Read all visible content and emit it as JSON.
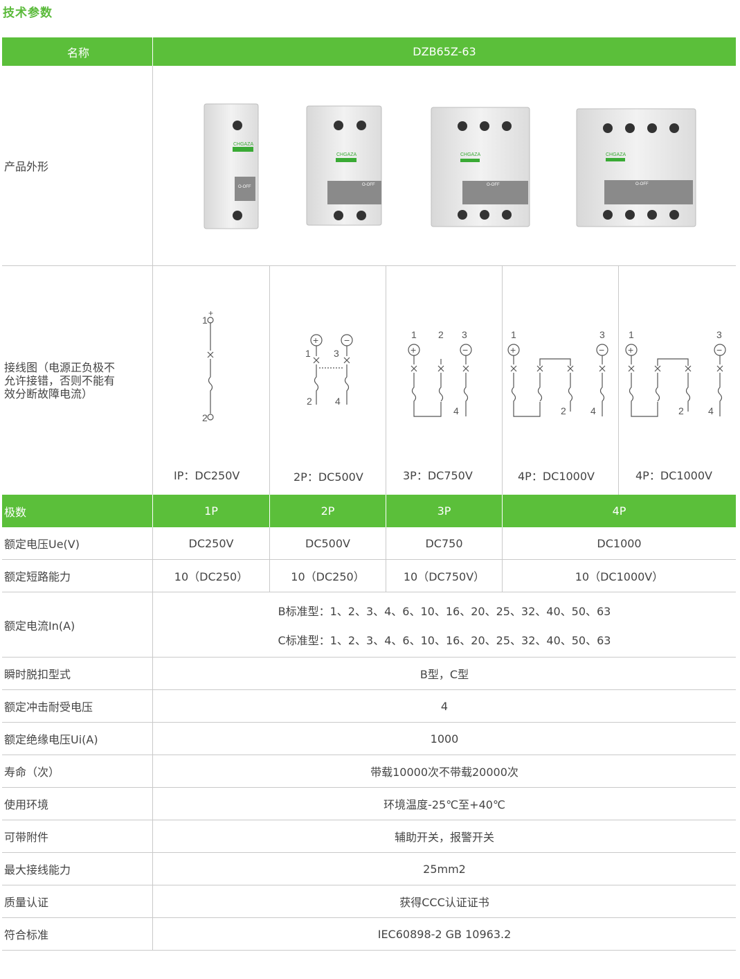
{
  "section_title": "技术参数",
  "header": {
    "name_label": "名称",
    "model": "DZB65Z-63"
  },
  "appearance": {
    "label": "产品外形",
    "brand": "CHGAZA",
    "switch_text": "O-OFF"
  },
  "wiring": {
    "label_lines": [
      "接线图（电源正负极不",
      "允许接错，否则不能有",
      "效分断故障电流）"
    ],
    "captions": [
      "IP：DC250V",
      "2P：DC500V",
      "3P：DC750V",
      "4P：DC1000V",
      "4P：DC1000V"
    ],
    "plus": "+",
    "minus": "−"
  },
  "poles": {
    "label": "极数",
    "values": [
      "1P",
      "2P",
      "3P",
      "4P"
    ]
  },
  "voltage": {
    "label": "额定电压Ue(V)",
    "values": [
      "DC250V",
      "DC500V",
      "DC750",
      "DC1000"
    ]
  },
  "breaking": {
    "label": "额定短路能力",
    "values": [
      "10（DC250）",
      "10（DC250）",
      "10（DC750V）",
      "10（DC1000V）"
    ]
  },
  "current": {
    "label": "额定电流In(A)",
    "b_line": "B标准型：1、2、3、4、6、10、16、20、25、32、40、50、63",
    "c_line": "C标准型：1、2、3、4、6、10、16、20、25、32、40、50、63"
  },
  "rows": [
    {
      "label": "瞬时脱扣型式",
      "value": "B型，C型"
    },
    {
      "label": "额定冲击耐受电压",
      "value": "4"
    },
    {
      "label": "额定绝缘电压Ui(A)",
      "value": "1000"
    },
    {
      "label": "寿命（次）",
      "value": "带载10000次不带载20000次"
    },
    {
      "label": "使用环境",
      "value": "环境温度-25℃至+40℃"
    },
    {
      "label": "可带附件",
      "value": "辅助开关，报警开关"
    },
    {
      "label": "最大接线能力",
      "value": "25mm2"
    },
    {
      "label": "质量认证",
      "value": "获得CCC认证证书"
    },
    {
      "label": "符合标准",
      "value": "IEC60898-2 GB 10963.2"
    }
  ]
}
